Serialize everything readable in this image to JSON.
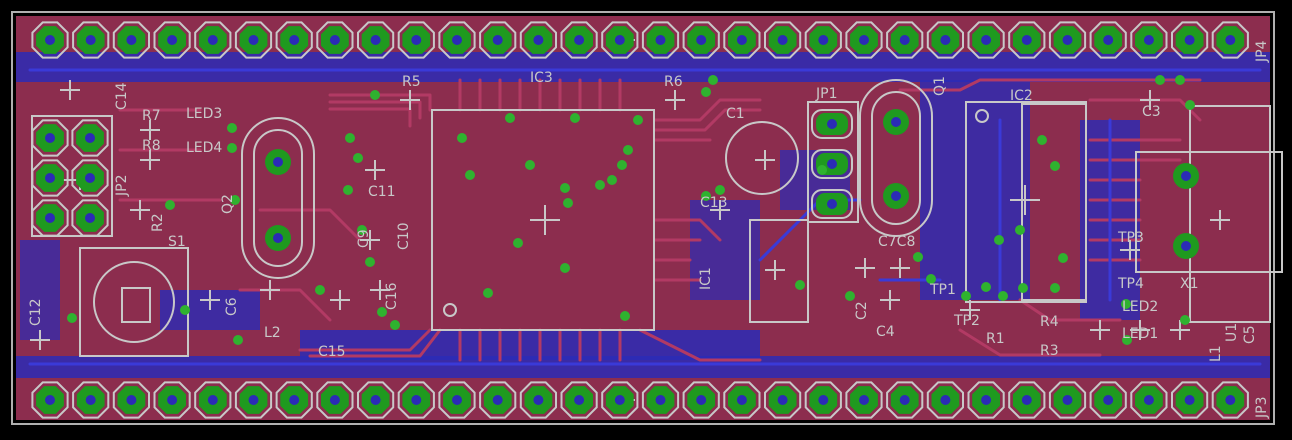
{
  "colors": {
    "background": "#000000",
    "top_copper": "#8c2d4e",
    "top_copper_trace": "#9c3154",
    "bottom_copper": "#2b2bb6",
    "pad": "#1f9a1f",
    "via": "#2fb22f",
    "silk": "#c8c8c8",
    "board_outline": "#b0b0b0"
  },
  "header_top": {
    "label": "JP4",
    "pin_count": 30
  },
  "header_bottom": {
    "label": "JP3",
    "pin_count": 30
  },
  "jp1": {
    "label": "JP1",
    "pin_count": 3
  },
  "jp2": {
    "label": "JP2",
    "pin_count": 6
  },
  "labels": {
    "ic3": "IC3",
    "ic2": "IC2",
    "ic1": "IC1",
    "r5": "R5",
    "r6": "R6",
    "r7": "R7",
    "r8": "R8",
    "r2": "R2",
    "r1": "R1",
    "r3": "R3",
    "r4": "R4",
    "c14": "C14",
    "c1": "C1",
    "c3": "C3",
    "c11": "C11",
    "c10": "C10",
    "c9": "C9",
    "c16": "C16",
    "c15": "C15",
    "c13": "C13",
    "c7c8": "C7C8",
    "c2": "C2",
    "c4": "C4",
    "c5": "C5",
    "c6": "C6",
    "c12": "C12",
    "led1": "LED1",
    "led2": "LED2",
    "led3": "LED3",
    "led4": "LED4",
    "q1": "Q1",
    "q2": "Q2",
    "l1": "L1",
    "l2": "L2",
    "s1": "S1",
    "tp1": "TP1",
    "tp2": "TP2",
    "tp3": "TP3",
    "tp4": "TP4",
    "x1": "X1",
    "u1": "U1"
  }
}
